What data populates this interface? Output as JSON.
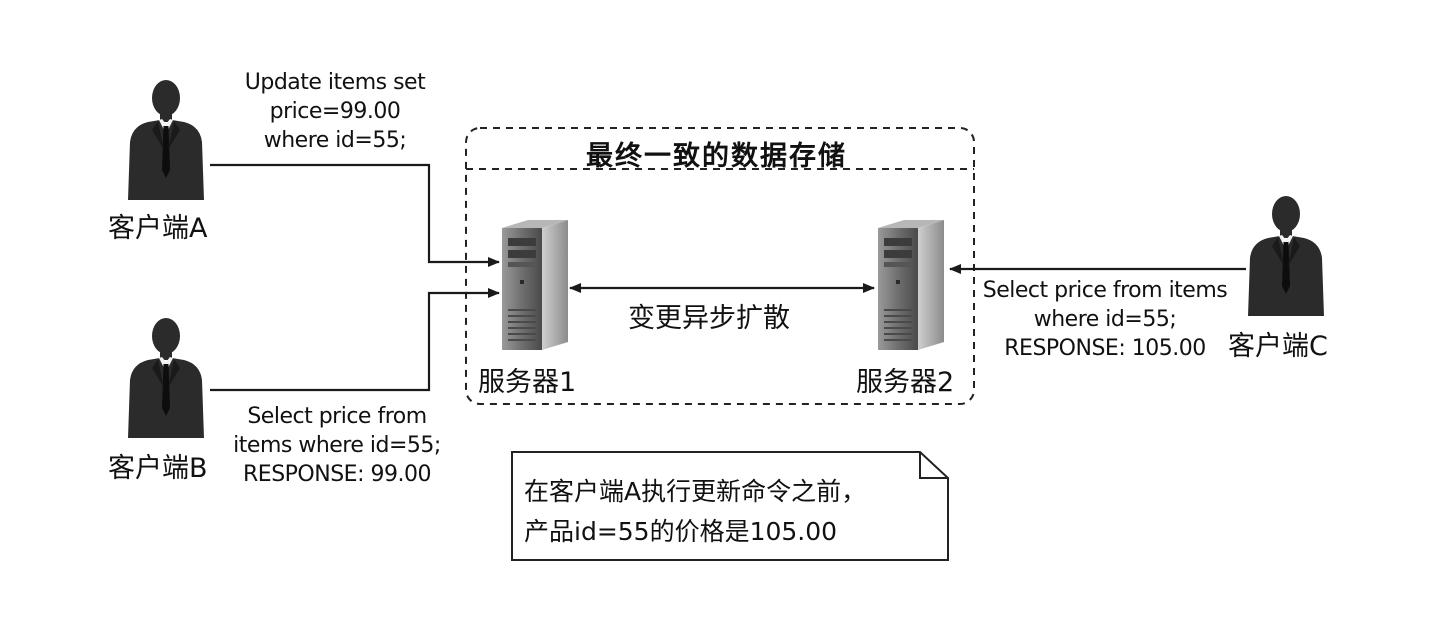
{
  "store": {
    "title": "最终一致的数据存储"
  },
  "servers": [
    {
      "label": "服务器1",
      "icon": "server-icon"
    },
    {
      "label": "服务器2",
      "icon": "server-icon"
    }
  ],
  "replication": {
    "label": "变更异步扩散"
  },
  "clients": [
    {
      "label": "客户端A",
      "icon": "businessman-icon",
      "query_lines": [
        "Update items set",
        "price=99.00",
        "where id=55;"
      ]
    },
    {
      "label": "客户端B",
      "icon": "businessman-icon",
      "query_lines": [
        "Select price from",
        "items where id=55;",
        "RESPONSE: 99.00"
      ]
    },
    {
      "label": "客户端C",
      "icon": "businessman-icon",
      "query_lines": [
        "Select price from items",
        "where id=55;",
        "RESPONSE: 105.00"
      ]
    }
  ],
  "note": {
    "lines": [
      "在客户端A执行更新命令之前，",
      "产品id=55的价格是105.00"
    ]
  },
  "colors": {
    "line": "#1a1a1a",
    "person": "#2b2b2b",
    "server": "#6d6d6d"
  }
}
